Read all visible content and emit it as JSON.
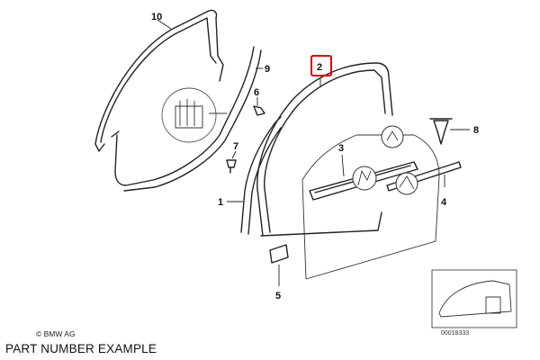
{
  "labels": {
    "p1": "1",
    "p2": "2",
    "p3": "3",
    "p4": "4",
    "p5": "5",
    "p6": "6",
    "p7": "7",
    "p8": "8",
    "p9": "9",
    "p10": "10"
  },
  "highlight_color": "#d40000",
  "copyright": "© BMW AG",
  "reference_code": "00018333",
  "caption": "PART NUMBER EXAMPLE"
}
